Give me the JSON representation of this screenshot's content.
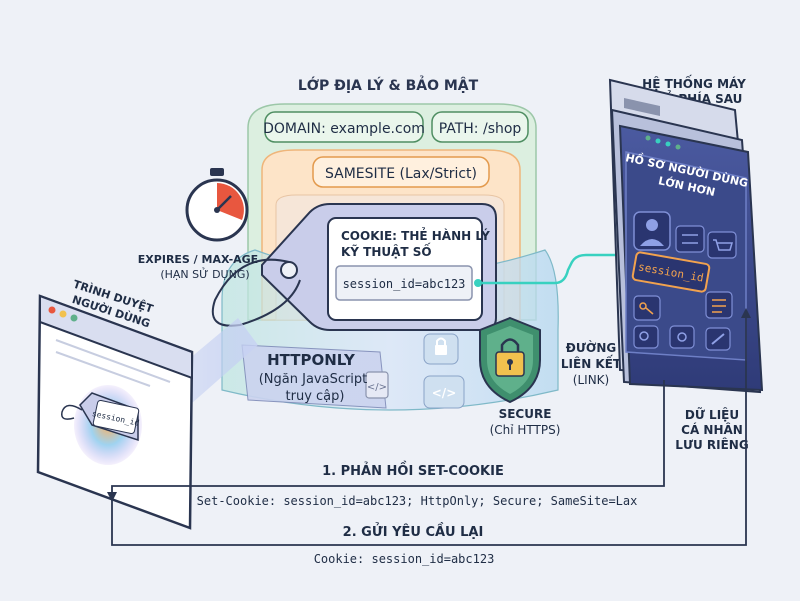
{
  "colors": {
    "background": "#eef1f7",
    "outline": "#2a3550",
    "green_band": "#dcefe0",
    "orange_band": "#fde4c8",
    "teal_link": "#38d1c0",
    "server_blue": "#3b4a8a",
    "shield_green": "#3f8f6e",
    "lock_yellow": "#f2c14e",
    "timer_red": "#e8573f"
  },
  "layers": {
    "title": "LỚP ĐỊA LÝ & BẢO MẬT",
    "domain": "DOMAIN: example.com",
    "path": "PATH: /shop",
    "samesite": "SAMESITE (Lax/Strict)"
  },
  "cookie": {
    "title_line1": "COOKIE: THẺ HÀNH LÝ",
    "title_line2": "KỸ THUẬT SỐ",
    "value": "session_id=abc123"
  },
  "expires": {
    "line1": "EXPIRES / MAX-AGE",
    "line2": "(HẠN SỬ DỤNG)",
    "icon": "stopwatch-icon"
  },
  "httponly": {
    "title": "HTTPONLY",
    "line1": "(Ngăn JavaScript",
    "line2": "truy cập)"
  },
  "secure": {
    "title": "SECURE",
    "subtitle": "(Chỉ HTTPS)"
  },
  "link": {
    "line1": "ĐƯỜNG",
    "line2": "LIÊN KẾT",
    "line3": "(LINK)"
  },
  "browser": {
    "line1": "TRÌNH DUYỆT",
    "line2": "NGƯỜI DÙNG",
    "tag_value": "session_id"
  },
  "server": {
    "line1": "HỆ THỐNG MÁY",
    "line2": "CHỦ PHÍA SAU",
    "profile_line1": "HỒ SƠ NGƯỜI DÙNG",
    "profile_line2": "LỚN HƠN",
    "profile_value": "session_id"
  },
  "private_data": {
    "line1": "DỮ LIỆU",
    "line2": "CÁ NHÂN",
    "line3": "LƯU RIÊNG"
  },
  "flow": {
    "step1_title": "1. PHẢN HỒI SET-COOKIE",
    "step1_header": "Set-Cookie: session_id=abc123; HttpOnly; Secure; SameSite=Lax",
    "step2_title": "2. GỬI YÊU CẦU LẠI",
    "step2_header": "Cookie: session_id=abc123"
  }
}
